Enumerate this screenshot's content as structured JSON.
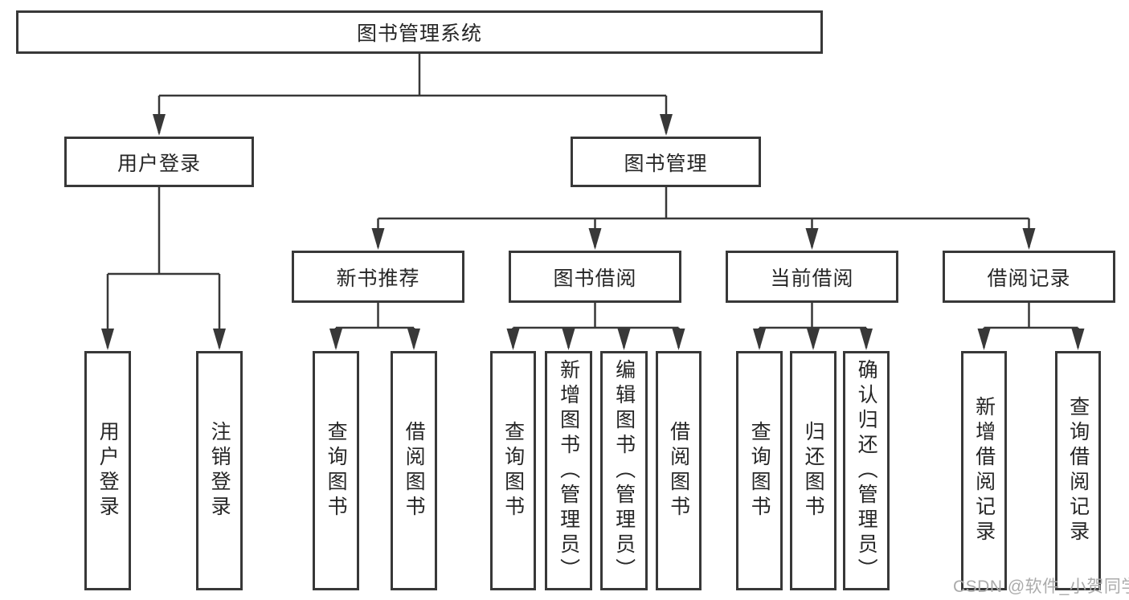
{
  "diagram": {
    "root_label": "图书管理系统",
    "branches": [
      {
        "label": "用户登录",
        "children": [
          {
            "label": "用户登录"
          },
          {
            "label": "注销登录"
          }
        ]
      },
      {
        "label": "图书管理",
        "children": [
          {
            "label": "新书推荐",
            "children": [
              {
                "label": "查询图书"
              },
              {
                "label": "借阅图书"
              }
            ]
          },
          {
            "label": "图书借阅",
            "children": [
              {
                "label": "查询图书"
              },
              {
                "label": "新增图书（管理员）"
              },
              {
                "label": "编辑图书（管理员）"
              },
              {
                "label": "借阅图书"
              }
            ]
          },
          {
            "label": "当前借阅",
            "children": [
              {
                "label": "查询图书"
              },
              {
                "label": "归还图书"
              },
              {
                "label": "确认归还（管理员）"
              }
            ]
          },
          {
            "label": "借阅记录",
            "children": [
              {
                "label": "新增借阅记录"
              },
              {
                "label": "查询借阅记录"
              }
            ]
          }
        ]
      }
    ]
  },
  "watermark": {
    "text": "CSDN @软件_小贺同学"
  },
  "colors": {
    "line": "#383838",
    "text": "#262626",
    "background": "#ffffff",
    "watermark": "#ababab"
  }
}
